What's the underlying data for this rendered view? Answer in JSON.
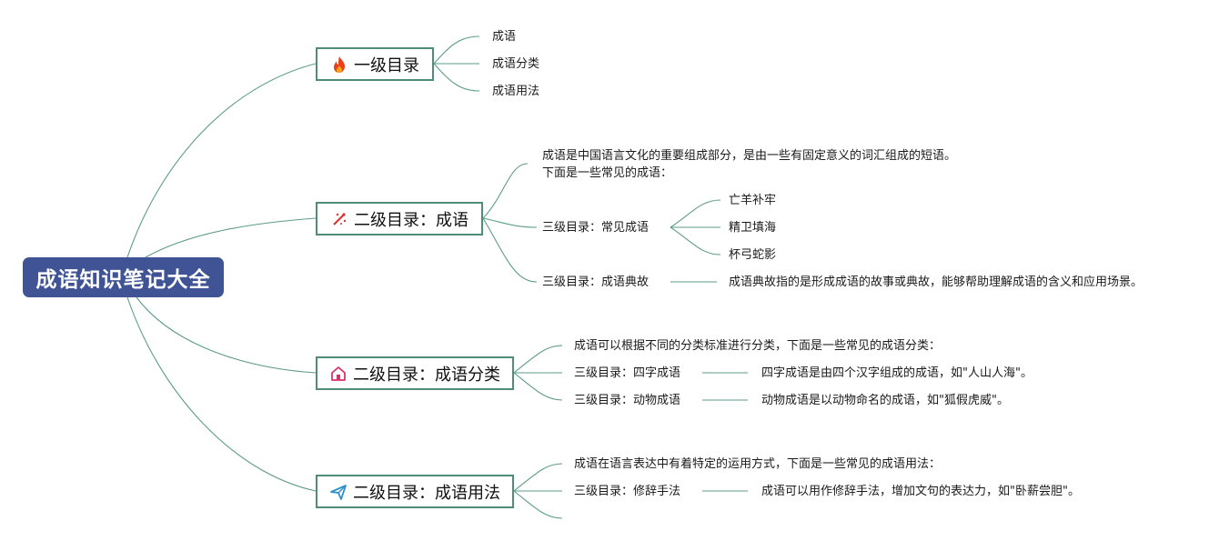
{
  "root": {
    "label": "成语知识笔记大全"
  },
  "branches": [
    {
      "label": "一级目录",
      "icon": "fire-icon",
      "items": [
        "成语",
        "成语分类",
        "成语用法"
      ]
    },
    {
      "label": "二级目录：成语",
      "icon": "sparkle-icon",
      "intro_line1": "成语是中国语言文化的重要组成部分，是由一些有固定意义的词汇组成的短语。",
      "intro_line2": "下面是一些常见的成语：",
      "sub1": {
        "label": "三级目录：常见成语",
        "items": [
          "亡羊补牢",
          "精卫填海",
          "杯弓蛇影"
        ]
      },
      "sub2": {
        "label": "三级目录：成语典故",
        "desc": "成语典故指的是形成成语的故事或典故，能够帮助理解成语的含义和应用场景。"
      }
    },
    {
      "label": "二级目录：成语分类",
      "icon": "home-icon",
      "intro": "成语可以根据不同的分类标准进行分类，下面是一些常见的成语分类：",
      "sub1": {
        "label": "三级目录：四字成语",
        "desc": "四字成语是由四个汉字组成的成语，如\"人山人海\"。"
      },
      "sub2": {
        "label": "三级目录：动物成语",
        "desc": "动物成语是以动物命名的成语，如\"狐假虎威\"。"
      }
    },
    {
      "label": "二级目录：成语用法",
      "icon": "paper-plane-icon",
      "intro": "成语在语言表达中有着特定的运用方式，下面是一些常见的成语用法：",
      "sub1": {
        "label": "三级目录：修辞手法",
        "desc": "成语可以用作修辞手法，增加文句的表达力，如\"卧薪尝胆\"。"
      }
    }
  ],
  "colors": {
    "root_fill": "#3f5395",
    "line": "#5e9c88",
    "border": "#4f8d79",
    "fire": "#e8401c",
    "sparkle": "#d9342b",
    "home": "#d6336c",
    "plane": "#2f8fc9"
  }
}
